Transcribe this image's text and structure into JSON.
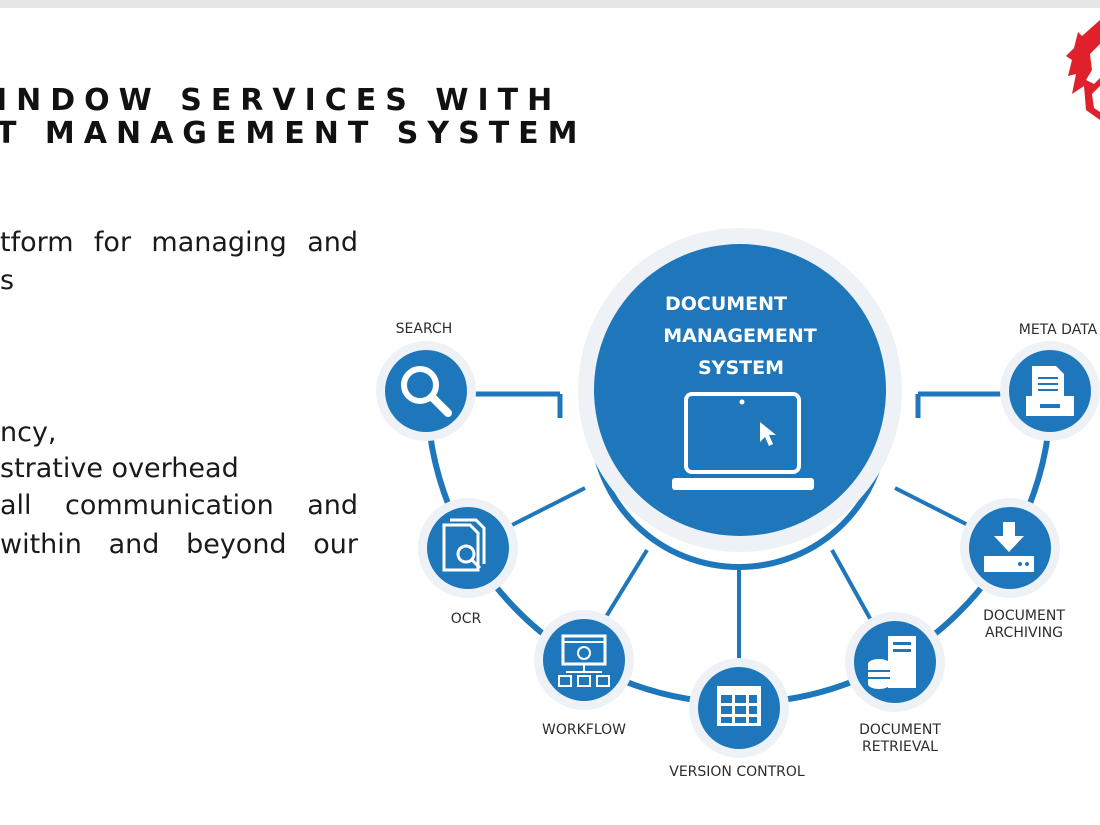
{
  "slide": {
    "title_line1": "INDOW SERVICES WITH",
    "title_line2": "T MANAGEMENT SYSTEM",
    "body_lines": [
      "tform  for  managing  and",
      "s",
      "ncy,",
      "strative overhead",
      "all  communication  and",
      "within  and  beyond  our"
    ]
  },
  "diagram": {
    "center_lines": [
      "DOCUMENT",
      "MANAGEMENT",
      "SYSTEM"
    ],
    "nodes": {
      "search": "SEARCH",
      "ocr": "OCR",
      "workflow": "WORKFLOW",
      "version_control": "VERSION CONTROL",
      "document_retrieval_1": "DOCUMENT",
      "document_retrieval_2": "RETRIEVAL",
      "document_archiving_1": "DOCUMENT",
      "document_archiving_2": "ARCHIVING",
      "meta_data": "META DATA"
    }
  },
  "colors": {
    "primary_blue": "#1f77bb",
    "logo_red": "#e0202b",
    "text": "#2d2d2d"
  }
}
